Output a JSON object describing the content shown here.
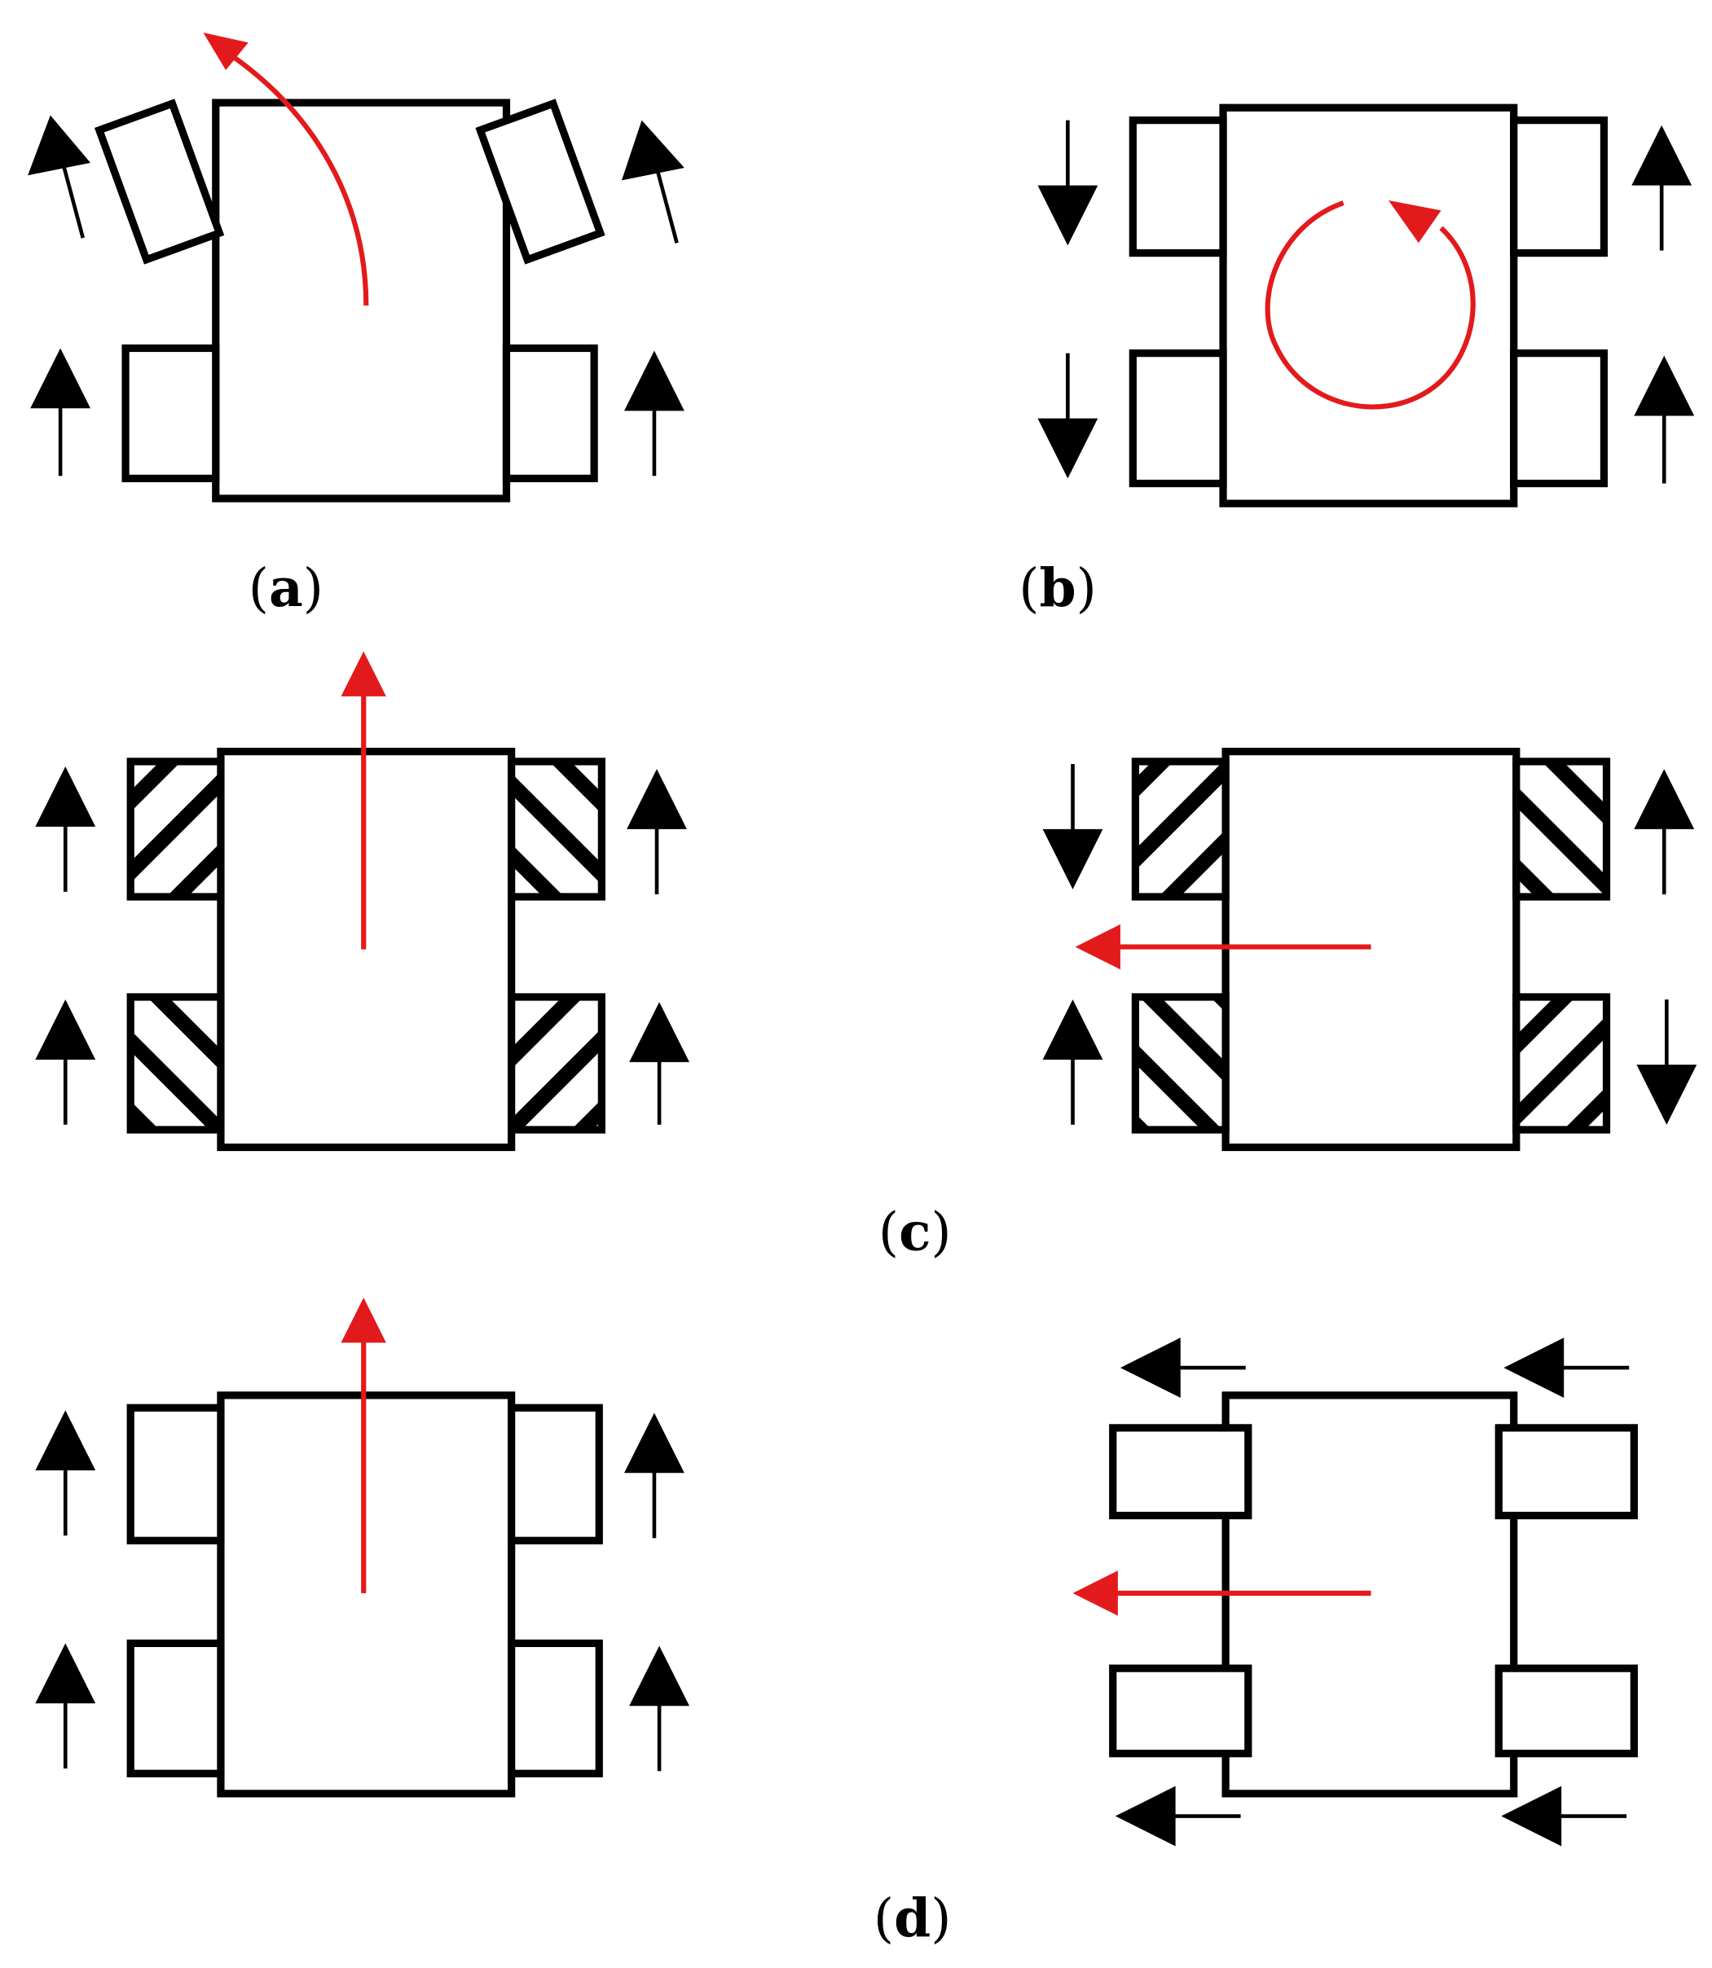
{
  "labels": {
    "a": {
      "open": "(",
      "letter": "a",
      "close": ")"
    },
    "b": {
      "open": "(",
      "letter": "b",
      "close": ")"
    },
    "c": {
      "open": "(",
      "letter": "c",
      "close": ")"
    },
    "d": {
      "open": "(",
      "letter": "d",
      "close": ")"
    }
  },
  "colors": {
    "body_stroke": "#000000",
    "wheel_arrow": "#000000",
    "motion_arrow": "#e31a1c",
    "background": "#ffffff"
  },
  "panels": [
    {
      "id": "a",
      "motion": "turn-left-arc",
      "wheels": [
        "front-steered",
        "rear-fixed"
      ]
    },
    {
      "id": "b",
      "motion": "rotate-in-place-ccw"
    },
    {
      "id": "c-left",
      "motion": "forward",
      "wheels": "mecanum"
    },
    {
      "id": "c-right",
      "motion": "sideways-left",
      "wheels": "mecanum"
    },
    {
      "id": "d-left",
      "motion": "forward"
    },
    {
      "id": "d-right",
      "motion": "sideways-left"
    }
  ]
}
